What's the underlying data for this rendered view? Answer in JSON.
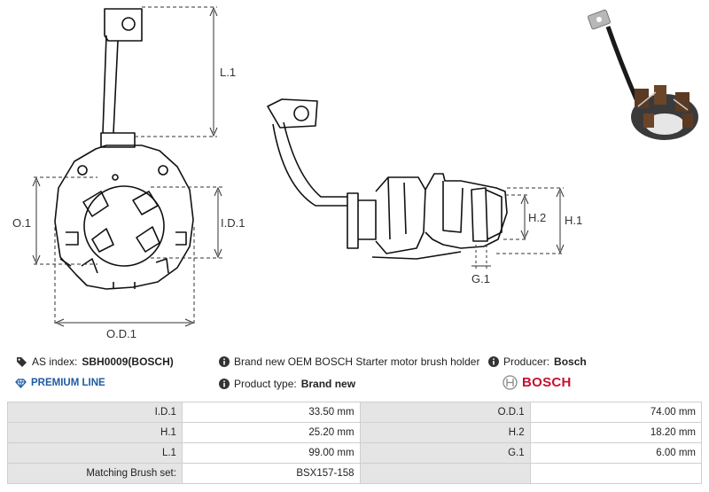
{
  "dimension_labels": {
    "l1": "L.1",
    "o1": "O.1",
    "id1": "I.D.1",
    "od1": "O.D.1",
    "h1": "H.1",
    "h2": "H.2",
    "g1": "G.1"
  },
  "info": {
    "as_index_label": "AS index:",
    "as_index_value": "SBH0009(BOSCH)",
    "premium_line": "PREMIUM LINE",
    "description": "Brand new OEM BOSCH Starter motor brush holder",
    "product_type_label": "Product type:",
    "product_type_value": "Brand new",
    "producer_label": "Producer:",
    "producer_value": "Bosch",
    "brand_logo": "BOSCH"
  },
  "specs": {
    "rows": [
      {
        "k1": "I.D.1",
        "v1": "33.50 mm",
        "k2": "O.D.1",
        "v2": "74.00 mm"
      },
      {
        "k1": "H.1",
        "v1": "25.20 mm",
        "k2": "H.2",
        "v2": "18.20 mm"
      },
      {
        "k1": "L.1",
        "v1": "99.00 mm",
        "k2": "G.1",
        "v2": "6.00 mm"
      },
      {
        "k1": "Matching Brush set:",
        "v1": "BSX157-158",
        "k2": "",
        "v2": ""
      }
    ]
  },
  "icons": {
    "tag": "tag-icon",
    "diamond": "diamond-icon",
    "info": "info-icon",
    "bosch_logo": "bosch-logo-icon"
  },
  "colors": {
    "premium": "#1f5aa6",
    "bosch_red": "#c8102e",
    "table_key_bg": "#e5e5e5"
  }
}
